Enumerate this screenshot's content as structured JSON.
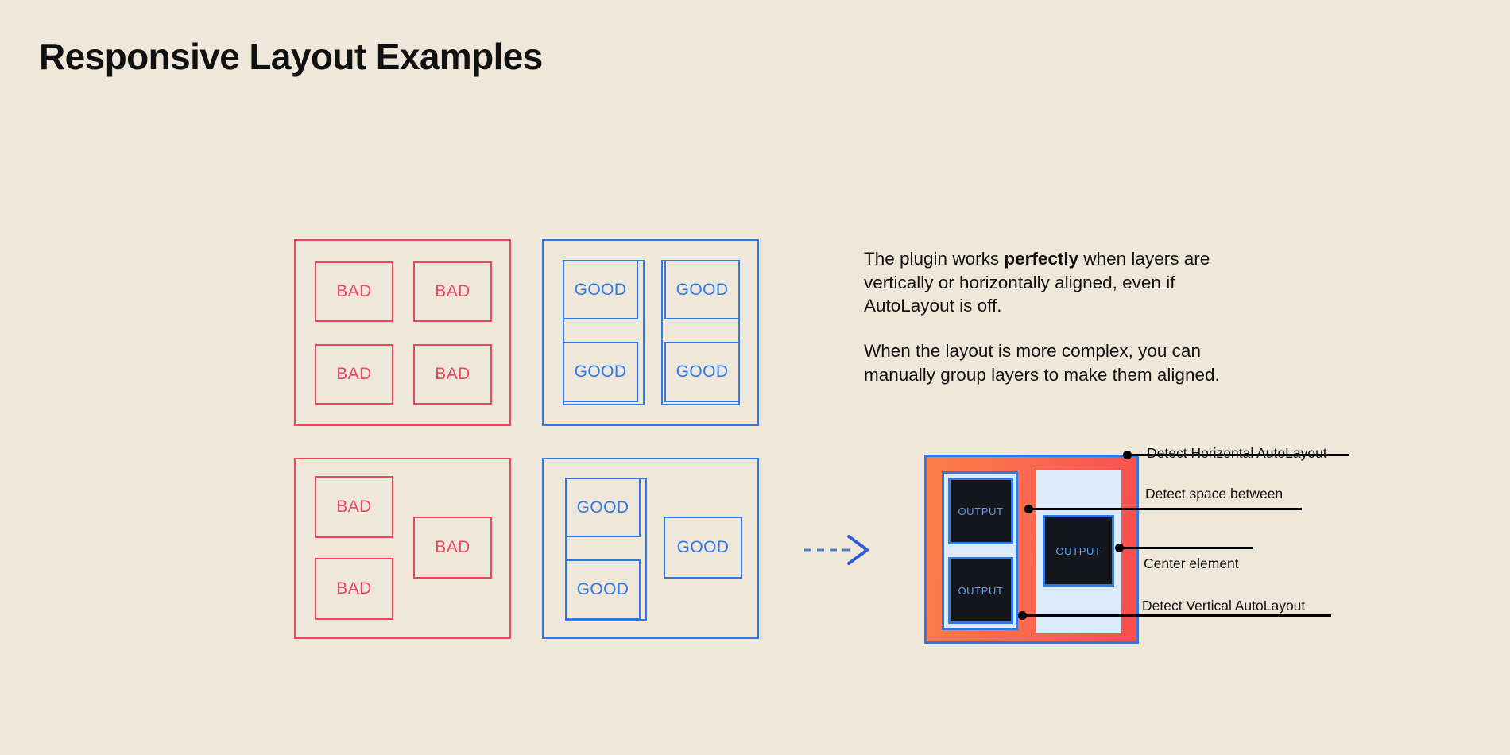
{
  "page": {
    "title": "Responsive Layout Examples",
    "background_color": "#EFE8DA",
    "bad_color": "#F0455F",
    "good_color": "#2E79E8",
    "text_color": "#111111"
  },
  "examples": {
    "bad_grid": {
      "label": "bad-grid-panel",
      "items": [
        {
          "text": "BAD"
        },
        {
          "text": "BAD"
        },
        {
          "text": "BAD"
        },
        {
          "text": "BAD"
        }
      ]
    },
    "good_grid": {
      "label": "good-grid-panel",
      "items": [
        {
          "text": "GOOD"
        },
        {
          "text": "GOOD"
        },
        {
          "text": "GOOD"
        },
        {
          "text": "GOOD"
        }
      ]
    },
    "bad_complex": {
      "label": "bad-complex-panel",
      "items": [
        {
          "text": "BAD"
        },
        {
          "text": "BAD"
        },
        {
          "text": "BAD"
        }
      ]
    },
    "good_complex": {
      "label": "good-complex-panel",
      "items": [
        {
          "text": "GOOD"
        },
        {
          "text": "GOOD"
        },
        {
          "text": "GOOD"
        }
      ]
    }
  },
  "arrow": {
    "icon": "dashed-right-arrow-icon",
    "color": "#2E79E8",
    "style": "dashed"
  },
  "description": {
    "paragraph_1": {
      "before": "The plugin works ",
      "bold": "perfectly",
      "after": " when layers are vertically or horizontally aligned, even if AutoLayout is off."
    },
    "paragraph_2": "When the layout is more complex, you can manually group layers to make them aligned."
  },
  "result": {
    "outputs": [
      {
        "text": "OUTPUT"
      },
      {
        "text": "OUTPUT"
      },
      {
        "text": "OUTPUT"
      }
    ],
    "frame_border_color": "#2E79E8",
    "fill_gradient": [
      "#FA7E48",
      "#FA4E4E"
    ],
    "column_fill": "#DCEBFA",
    "output_fill": "#14161C",
    "output_text_color": "#57A0F5",
    "annotations": [
      {
        "label": "Detect Horizontal AutoLayout"
      },
      {
        "label": "Detect space between"
      },
      {
        "label": "Center element"
      },
      {
        "label": "Detect Vertical AutoLayout"
      }
    ]
  }
}
